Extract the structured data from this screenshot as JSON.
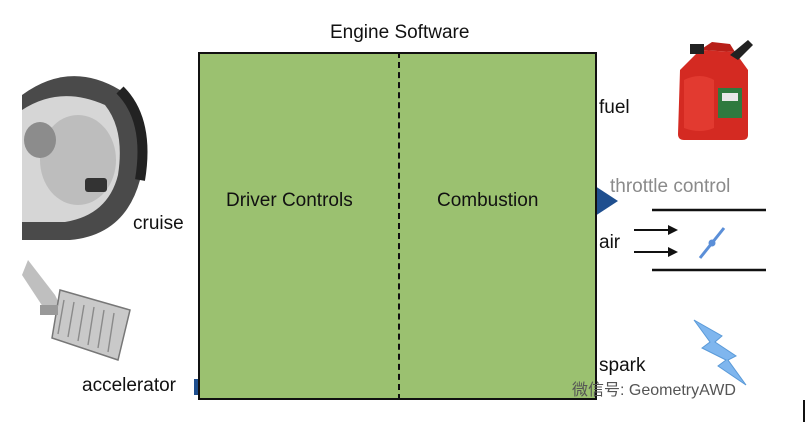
{
  "diagram": {
    "title": "Engine Software",
    "blocks": {
      "driver_controls": "Driver Controls",
      "combustion": "Combustion"
    },
    "inputs": {
      "cruise": "cruise",
      "accelerator": "accelerator"
    },
    "outputs": {
      "fuel": "fuel",
      "throttle_control": "throttle control",
      "air": "air",
      "spark": "spark"
    },
    "watermark": "微信号: GeometryAWD",
    "colors": {
      "panel_fill": "#9bc170",
      "arrow": "#1f4f8f",
      "throttle_text": "#8a8a8a",
      "fuel_can": "#d42a22",
      "spark_bolt": "#7fb6ee"
    }
  }
}
